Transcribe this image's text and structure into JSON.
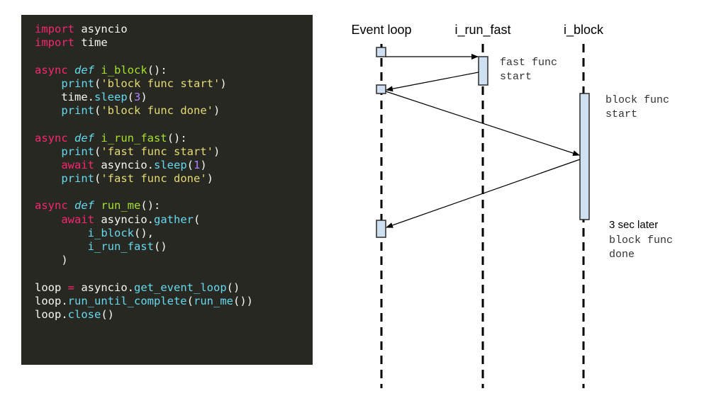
{
  "code": {
    "lines": [
      [
        {
          "t": "import",
          "c": "kw"
        },
        {
          "t": " asyncio",
          "c": ""
        }
      ],
      [
        {
          "t": "import",
          "c": "kw"
        },
        {
          "t": " time",
          "c": ""
        }
      ],
      [],
      [
        {
          "t": "async",
          "c": "kw"
        },
        {
          "t": " ",
          "c": ""
        },
        {
          "t": "def",
          "c": "def"
        },
        {
          "t": " ",
          "c": ""
        },
        {
          "t": "i_block",
          "c": "fn"
        },
        {
          "t": "():",
          "c": ""
        }
      ],
      [
        {
          "t": "    ",
          "c": ""
        },
        {
          "t": "print",
          "c": "blt"
        },
        {
          "t": "(",
          "c": ""
        },
        {
          "t": "'block func start'",
          "c": "str"
        },
        {
          "t": ")",
          "c": ""
        }
      ],
      [
        {
          "t": "    time.",
          "c": ""
        },
        {
          "t": "sleep",
          "c": "blt"
        },
        {
          "t": "(",
          "c": ""
        },
        {
          "t": "3",
          "c": "num"
        },
        {
          "t": ")",
          "c": ""
        }
      ],
      [
        {
          "t": "    ",
          "c": ""
        },
        {
          "t": "print",
          "c": "blt"
        },
        {
          "t": "(",
          "c": ""
        },
        {
          "t": "'block func done'",
          "c": "str"
        },
        {
          "t": ")",
          "c": ""
        }
      ],
      [],
      [
        {
          "t": "async",
          "c": "kw"
        },
        {
          "t": " ",
          "c": ""
        },
        {
          "t": "def",
          "c": "def"
        },
        {
          "t": " ",
          "c": ""
        },
        {
          "t": "i_run_fast",
          "c": "fn"
        },
        {
          "t": "():",
          "c": ""
        }
      ],
      [
        {
          "t": "    ",
          "c": ""
        },
        {
          "t": "print",
          "c": "blt"
        },
        {
          "t": "(",
          "c": ""
        },
        {
          "t": "'fast func start'",
          "c": "str"
        },
        {
          "t": ")",
          "c": ""
        }
      ],
      [
        {
          "t": "    ",
          "c": ""
        },
        {
          "t": "await",
          "c": "kw"
        },
        {
          "t": " asyncio.",
          "c": ""
        },
        {
          "t": "sleep",
          "c": "blt"
        },
        {
          "t": "(",
          "c": ""
        },
        {
          "t": "1",
          "c": "num"
        },
        {
          "t": ")",
          "c": ""
        }
      ],
      [
        {
          "t": "    ",
          "c": ""
        },
        {
          "t": "print",
          "c": "blt"
        },
        {
          "t": "(",
          "c": ""
        },
        {
          "t": "'fast func done'",
          "c": "str"
        },
        {
          "t": ")",
          "c": ""
        }
      ],
      [],
      [
        {
          "t": "async",
          "c": "kw"
        },
        {
          "t": " ",
          "c": ""
        },
        {
          "t": "def",
          "c": "def"
        },
        {
          "t": " ",
          "c": ""
        },
        {
          "t": "run_me",
          "c": "fn"
        },
        {
          "t": "():",
          "c": ""
        }
      ],
      [
        {
          "t": "    ",
          "c": ""
        },
        {
          "t": "await",
          "c": "kw"
        },
        {
          "t": " asyncio.",
          "c": ""
        },
        {
          "t": "gather",
          "c": "blt"
        },
        {
          "t": "(",
          "c": ""
        }
      ],
      [
        {
          "t": "        ",
          "c": ""
        },
        {
          "t": "i_block",
          "c": "blt"
        },
        {
          "t": "(),",
          "c": ""
        }
      ],
      [
        {
          "t": "        ",
          "c": ""
        },
        {
          "t": "i_run_fast",
          "c": "blt"
        },
        {
          "t": "()",
          "c": ""
        }
      ],
      [
        {
          "t": "    )",
          "c": ""
        }
      ],
      [],
      [
        {
          "t": "loop ",
          "c": ""
        },
        {
          "t": "=",
          "c": "kw"
        },
        {
          "t": " asyncio.",
          "c": ""
        },
        {
          "t": "get_event_loop",
          "c": "blt"
        },
        {
          "t": "()",
          "c": ""
        }
      ],
      [
        {
          "t": "loop.",
          "c": ""
        },
        {
          "t": "run_until_complete",
          "c": "blt"
        },
        {
          "t": "(",
          "c": ""
        },
        {
          "t": "run_me",
          "c": "blt"
        },
        {
          "t": "())",
          "c": ""
        }
      ],
      [
        {
          "t": "loop.",
          "c": ""
        },
        {
          "t": "close",
          "c": "blt"
        },
        {
          "t": "()",
          "c": ""
        }
      ]
    ]
  },
  "colors": {
    "code_background": "#272822",
    "activation_fill": "#cfe0f1"
  },
  "diagram": {
    "lanes": {
      "event_loop": "Event loop",
      "fast": "i_run_fast",
      "block": "i_block"
    },
    "notes": {
      "fast_start_1": "fast func",
      "fast_start_2": "start",
      "block_start_1": "block func",
      "block_start_2": "start",
      "later": "3 sec later",
      "block_done_1": "block func",
      "block_done_2": "done"
    }
  }
}
